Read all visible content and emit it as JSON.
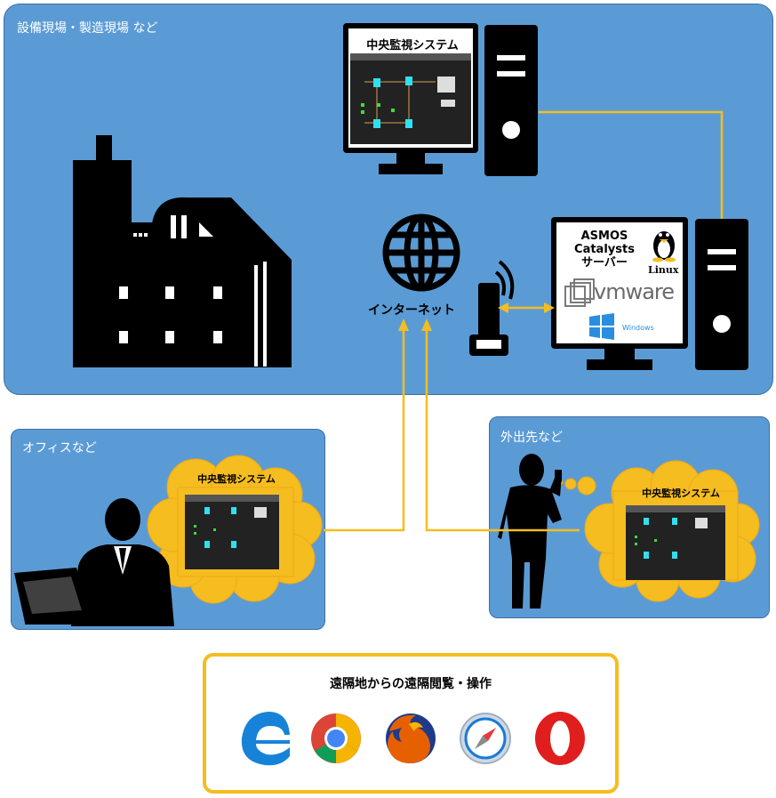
{
  "site_panel": {
    "label": "設備現場・製造現場 など"
  },
  "office_panel": {
    "label": "オフィスなど"
  },
  "mobile_panel": {
    "label": "外出先など"
  },
  "monitor_screen": {
    "title": "中央監視システム"
  },
  "office_bubble": {
    "title": "中央監視システム"
  },
  "mobile_bubble": {
    "title": "中央監視システム"
  },
  "internet": {
    "label": "インターネット"
  },
  "server": {
    "name_line1": "ASMOS",
    "name_line2": "Catalysts",
    "name_line3": "サーバー",
    "os_linux": "Linux",
    "vmware": "vmware",
    "os_windows": "Windows"
  },
  "browsers": {
    "title": "遠隔地からの遠隔閲覧・操作",
    "items": [
      "edge-icon",
      "chrome-icon",
      "firefox-icon",
      "safari-icon",
      "opera-icon"
    ]
  },
  "colors": {
    "panel": "#5b9bd5",
    "connector": "#f5bd1f",
    "bubble": "#f5bd1f"
  }
}
